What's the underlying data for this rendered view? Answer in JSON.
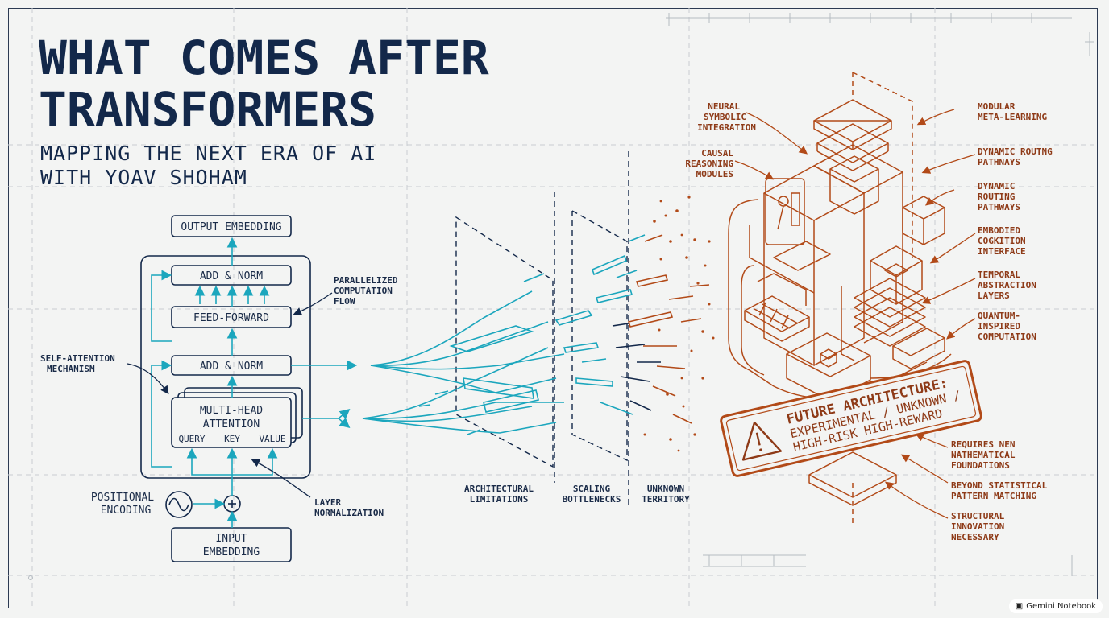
{
  "header": {
    "title_line1": "WHAT COMES AFTER",
    "title_line2": "TRANSFORMERS",
    "subtitle_line1": "MAPPING THE NEXT ERA OF AI",
    "subtitle_line2": "WITH YOAV SHOHAM"
  },
  "transformer": {
    "output_embedding": "OUTPUT EMBEDDING",
    "add_norm_top": "ADD & NORM",
    "feed_forward": "FEED-FORWARD",
    "add_norm_bottom": "ADD & NORM",
    "mha_line1": "MULTI-HEAD",
    "mha_line2": "ATTENTION",
    "query": "QUERY",
    "key": "KEY",
    "value": "VALUE",
    "positional_line1": "POSITIONAL",
    "positional_line2": "ENCODING",
    "input_line1": "INPUT",
    "input_line2": "EMBEDDING"
  },
  "annotations": {
    "parallel": [
      "PARALLELIZED",
      "COMPUTATION",
      "FLOW"
    ],
    "self_attention": [
      "SELF-ATTENTION",
      "MECHANISM"
    ],
    "layer_norm": [
      "LAYER",
      "NORMALIZATION"
    ]
  },
  "zones": {
    "arch": [
      "ARCHITECTURAL",
      "LIMITATIONS"
    ],
    "scaling": [
      "SCALING",
      "BOTTLENECKS"
    ],
    "unknown": [
      "UNKNOWN",
      "TERRITORY"
    ]
  },
  "future_labels_left": [
    [
      "NEURAL",
      "SYMBOLIC",
      "INTEGRATION"
    ],
    [
      "CAUSAL",
      "REASONING",
      "MODULES"
    ]
  ],
  "future_labels_right": [
    [
      "MODULAR",
      "META-LEARNING"
    ],
    [
      "DYNAMIC ROUTNG",
      "PATHNAYS"
    ],
    [
      "DYNAMIC",
      "ROUTING",
      "PATHWAYS"
    ],
    [
      "EMBODIED",
      "COGKITION",
      "INTERFACE"
    ],
    [
      "TEMPORAL",
      "ABSTRACTION",
      "LAYERS"
    ],
    [
      "QUANTUM-",
      "INSPIRED",
      "COMPUTATION"
    ]
  ],
  "future_labels_bottom": [
    [
      "REQUIRES NEN",
      "NATHEMATICAL",
      "FOUNDATIONS"
    ],
    [
      "BEYOND STATISTICAL",
      "PATTERN MATCHING"
    ],
    [
      "STRUCTURAL",
      "INNOVATION",
      "NECESSARY"
    ]
  ],
  "future_box": {
    "line1": "FUTURE ARCHITECTURE:",
    "line2": "EXPERIMENTAL / UNKNOWN /",
    "line3": "HIGH-RISK HIGH-REWARD"
  },
  "watermark": "Gemini Notebook",
  "colors": {
    "navy": "#13284a",
    "teal": "#1ba6bd",
    "rust": "#b24a18",
    "background": "#f3f4f3"
  }
}
